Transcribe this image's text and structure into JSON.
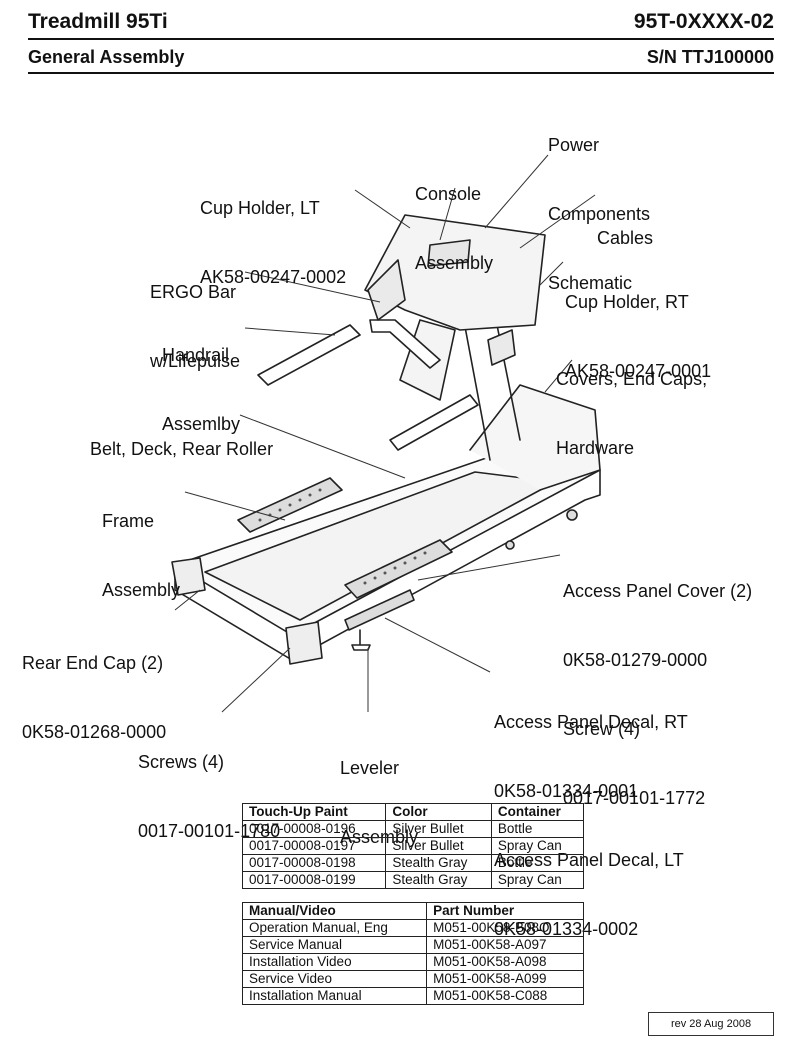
{
  "header": {
    "title": "Treadmill 95Ti",
    "part_number": "95T-0XXXX-02",
    "subtitle": "General Assembly",
    "serial": "S/N TTJ100000"
  },
  "callouts": {
    "power_components": [
      "Power",
      "Components",
      "Schematic"
    ],
    "console_assembly": [
      "Console",
      "Assembly"
    ],
    "cup_holder_lt": [
      "Cup Holder, LT",
      "AK58-00247-0002"
    ],
    "cables": [
      "Cables"
    ],
    "ergo_bar": [
      "ERGO Bar",
      "w/Lifepulse"
    ],
    "cup_holder_rt": [
      "Cup Holder, RT",
      "AK58-00247-0001"
    ],
    "handrail": [
      "Handrail",
      "Assemlby"
    ],
    "covers": [
      "Covers, End Caps,",
      "Hardware"
    ],
    "belt_deck": [
      "Belt, Deck, Rear Roller"
    ],
    "frame": [
      "Frame",
      "Assembly"
    ],
    "access_panel_cover": [
      "Access Panel Cover (2)",
      "0K58-01279-0000",
      "Screw (4)",
      "0017-00101-1772"
    ],
    "rear_end_cap": [
      "Rear End Cap (2)",
      "0K58-01268-0000"
    ],
    "access_panel_decal": [
      "Access Panel Decal, RT",
      "0K58-01334-0001",
      "Access Panel Decal, LT",
      "0K58-01334-0002"
    ],
    "screws": [
      "Screws (4)",
      "0017-00101-1780"
    ],
    "leveler": [
      "Leveler",
      "Assembly"
    ]
  },
  "paint_table": {
    "headers": [
      "Touch-Up Paint",
      "Color",
      "Container"
    ],
    "rows": [
      [
        "0017-00008-0196",
        "Silver Bullet",
        "Bottle"
      ],
      [
        "0017-00008-0197",
        "Silver Bullet",
        "Spray Can"
      ],
      [
        "0017-00008-0198",
        "Stealth Gray",
        "Bottle"
      ],
      [
        "0017-00008-0199",
        "Stealth Gray",
        "Spray Can"
      ]
    ]
  },
  "manual_table": {
    "headers": [
      "Manual/Video",
      "Part Number"
    ],
    "rows": [
      [
        "Operation Manual, Eng",
        "M051-00K58-B08O"
      ],
      [
        "Service Manual",
        "M051-00K58-A097"
      ],
      [
        "Installation Video",
        "M051-00K58-A098"
      ],
      [
        "Service Video",
        "M051-00K58-A099"
      ],
      [
        "Installation Manual",
        "M051-00K58-C088"
      ]
    ]
  },
  "revision": "rev 28 Aug 2008"
}
